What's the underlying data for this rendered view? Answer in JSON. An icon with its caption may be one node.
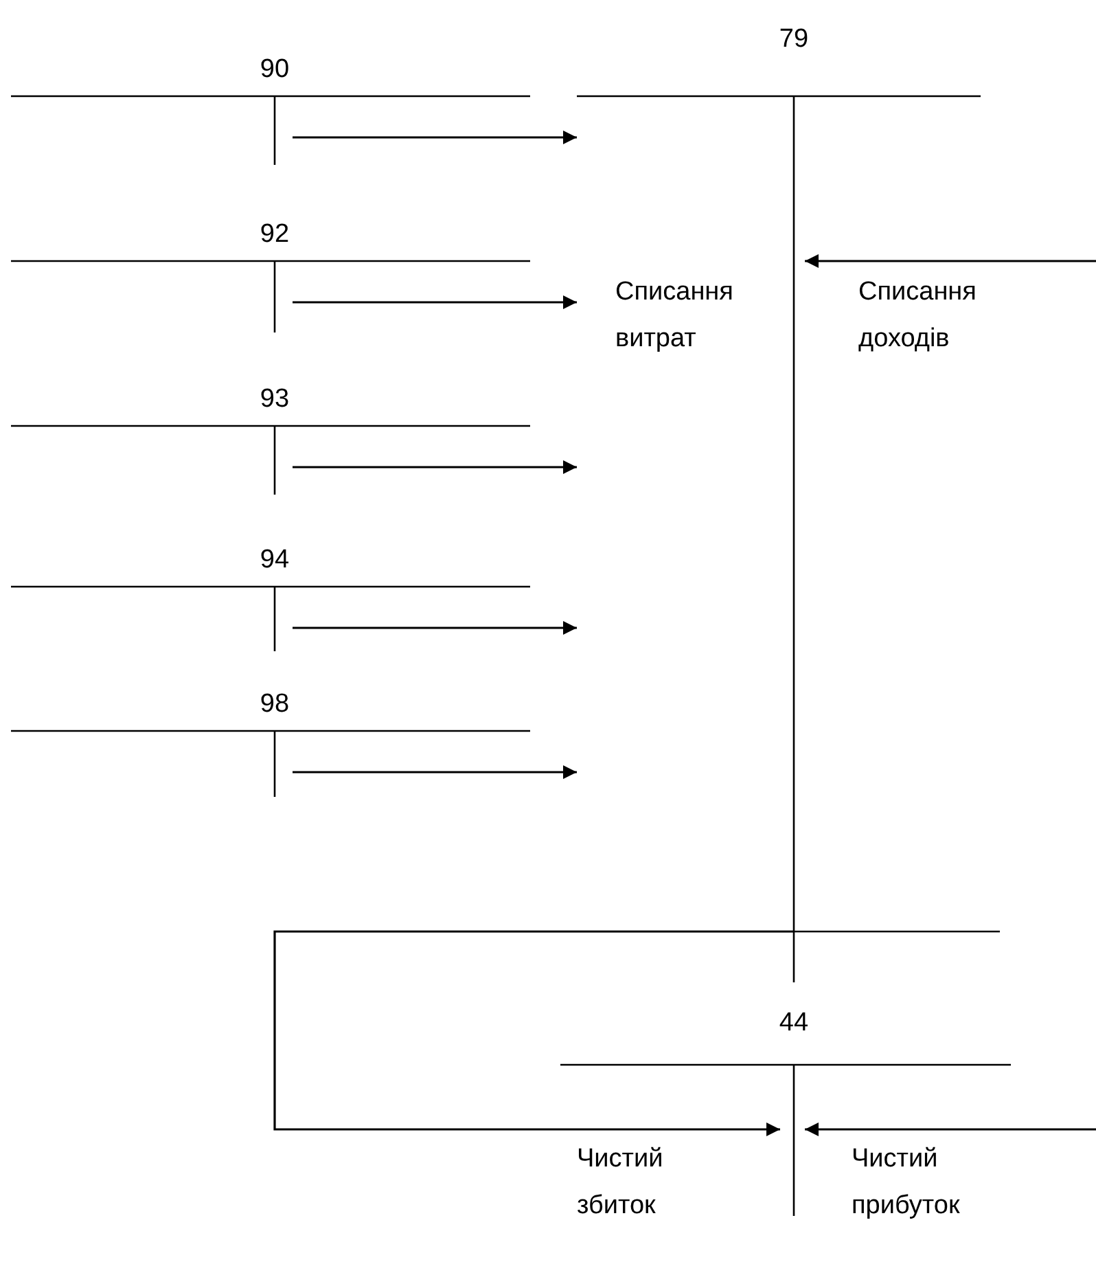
{
  "diagram": {
    "nodes": [
      {
        "text": [
          "90"
        ]
      },
      {
        "text": [
          "92"
        ]
      },
      {
        "text": [
          "93"
        ]
      },
      {
        "text": [
          "94"
        ]
      },
      {
        "text": [
          "98"
        ]
      },
      {
        "text": [
          "79",
          "Списання витрат",
          "Списання доходів"
        ]
      },
      {
        "text": [
          "44",
          "Чистий збиток",
          "Чистий прибуток"
        ]
      }
    ],
    "edges": [
      {
        "from": 0,
        "to": 5,
        "arrow": "to"
      },
      {
        "from": 1,
        "to": 5,
        "arrow": "to"
      },
      {
        "from": 2,
        "to": 5,
        "arrow": "to"
      },
      {
        "from": 3,
        "to": 5,
        "arrow": "to"
      },
      {
        "from": 4,
        "to": 5,
        "arrow": "to"
      },
      {
        "from": null,
        "to": 5,
        "arrow": "to"
      },
      {
        "from": 5,
        "to": 6,
        "arrow": "to"
      },
      {
        "from": null,
        "to": 6,
        "arrow": "to"
      }
    ]
  }
}
